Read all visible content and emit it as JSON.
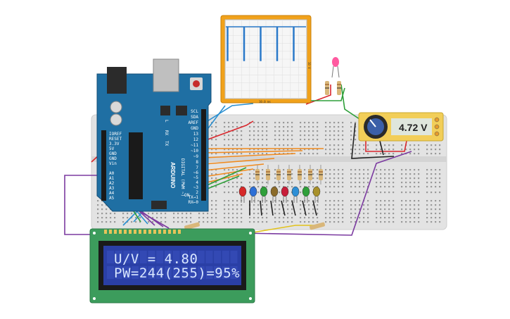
{
  "multimeter": {
    "reading": "4.72 V"
  },
  "lcd": {
    "line1": "U/V = 4.80",
    "line2": "PW=244(255)=95%"
  },
  "arduino": {
    "brand": "ARDUINO",
    "top_pins": [
      "SCL",
      "SDA",
      "AREF",
      "GND",
      "13",
      "12",
      "~11",
      "~10",
      "~9",
      "8"
    ],
    "side_pins": [
      "7",
      "~6",
      "~5",
      "4",
      "~3",
      "2",
      "TX→1",
      "RX←0"
    ],
    "power_pins": [
      "IOREF",
      "RESET",
      "3.3V",
      "5V",
      "GND",
      "GND",
      "Vin"
    ],
    "analog_pins": [
      "A0",
      "A1",
      "A2",
      "A3",
      "A4",
      "A5"
    ],
    "digital_label": "DIGITAL (PWM ~)",
    "tx_label": "TX",
    "rx_label": "RX",
    "l_label": "L",
    "on_label": "ON"
  },
  "oscilloscope": {
    "time_label": "10.0 ms",
    "volt_label": "10 V"
  },
  "colors": {
    "arduino_blue": "#1f6fa3",
    "breadboard": "#e6e6e6",
    "lcd_board": "#3c9c5c",
    "lcd_screen": "#2a3fa6",
    "scope_frame": "#f1a21b",
    "multimeter_frame": "#f2ce58"
  }
}
